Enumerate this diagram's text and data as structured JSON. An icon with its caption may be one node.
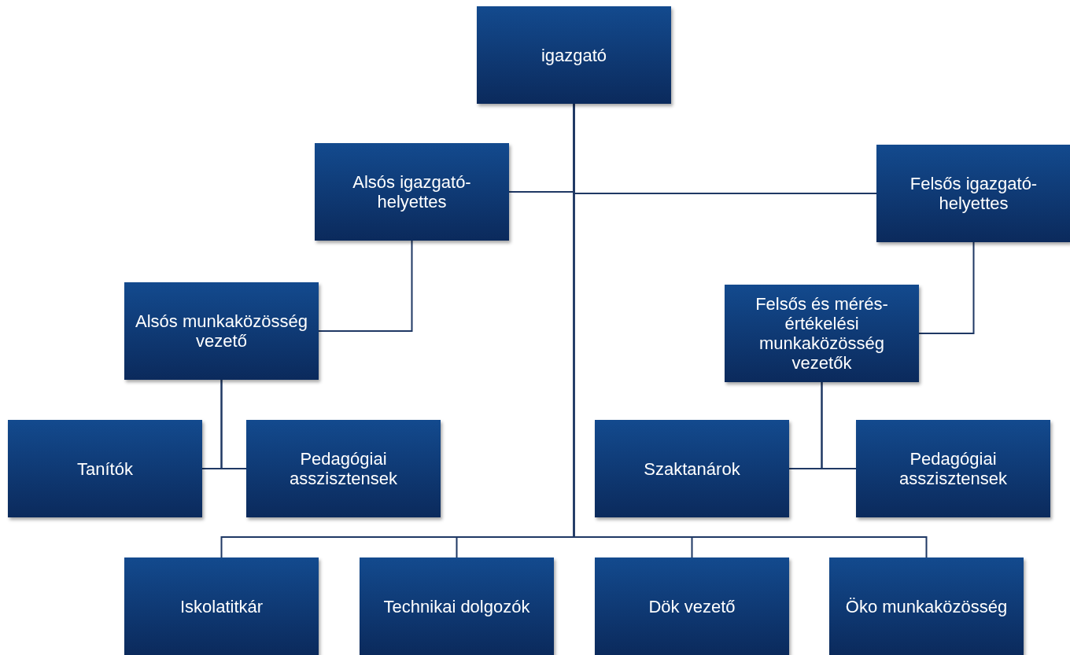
{
  "diagram": {
    "nodes": [
      {
        "text": [
          "igazgató"
        ]
      },
      {
        "text": [
          "Alsós igazgató-helyettes"
        ]
      },
      {
        "text": [
          "Felsős igazgató-helyettes"
        ]
      },
      {
        "text": [
          "Alsós munkaközösség vezető"
        ]
      },
      {
        "text": [
          "Felsős és mérés-értékelési munkaközösség vezetők"
        ]
      },
      {
        "text": [
          "Tanítók"
        ]
      },
      {
        "text": [
          "Pedagógiai asszisztensek"
        ]
      },
      {
        "text": [
          "Szaktanárok"
        ]
      },
      {
        "text": [
          "Pedagógiai asszisztensek"
        ]
      },
      {
        "text": [
          "Iskolatitkár"
        ]
      },
      {
        "text": [
          "Technikai dolgozók"
        ]
      },
      {
        "text": [
          "Dök vezető"
        ]
      },
      {
        "text": [
          "Öko munkaközösség"
        ]
      }
    ],
    "edges": [
      {
        "from": 0,
        "to": 1,
        "arrow": "none"
      },
      {
        "from": 0,
        "to": 2,
        "arrow": "none"
      },
      {
        "from": 1,
        "to": 3,
        "arrow": "none"
      },
      {
        "from": 2,
        "to": 4,
        "arrow": "none"
      },
      {
        "from": 3,
        "to": 5,
        "arrow": "none"
      },
      {
        "from": 3,
        "to": 6,
        "arrow": "none"
      },
      {
        "from": 4,
        "to": 7,
        "arrow": "none"
      },
      {
        "from": 4,
        "to": 8,
        "arrow": "none"
      },
      {
        "from": 0,
        "to": 9,
        "arrow": "none"
      },
      {
        "from": 0,
        "to": 10,
        "arrow": "none"
      },
      {
        "from": 0,
        "to": 11,
        "arrow": "none"
      },
      {
        "from": 0,
        "to": 12,
        "arrow": "none"
      }
    ]
  }
}
